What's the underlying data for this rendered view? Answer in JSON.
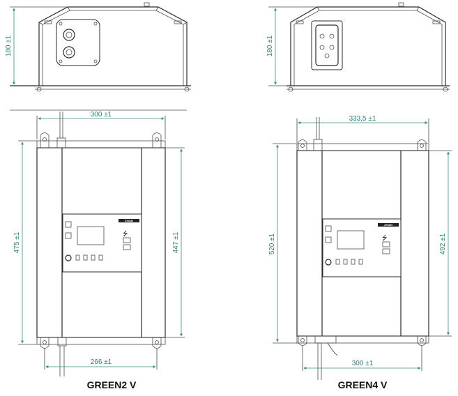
{
  "models": [
    {
      "name": "GREEN2 V",
      "dims": {
        "height": "475 ±1",
        "inner_height": "447 ±1",
        "width": "300 ±1",
        "base_width": "266 ±1",
        "side_height": "180 ±1"
      },
      "brand_logo": "ZIVAN"
    },
    {
      "name": "GREEN4 V",
      "dims": {
        "height": "520 ±1",
        "inner_height": "492 ±1",
        "width": "333,5 ±1",
        "base_width": "300 ±1",
        "side_height": "180 ±1"
      },
      "brand_logo": "ZIVAN"
    }
  ],
  "colors": {
    "dimension": "#3a8a82",
    "outline": "#2b2b2b"
  },
  "icons": [
    "power-icon",
    "usb-icon",
    "led-indicator-icon",
    "connector-icon",
    "cable-gland-icon",
    "mounting-hole-icon"
  ]
}
